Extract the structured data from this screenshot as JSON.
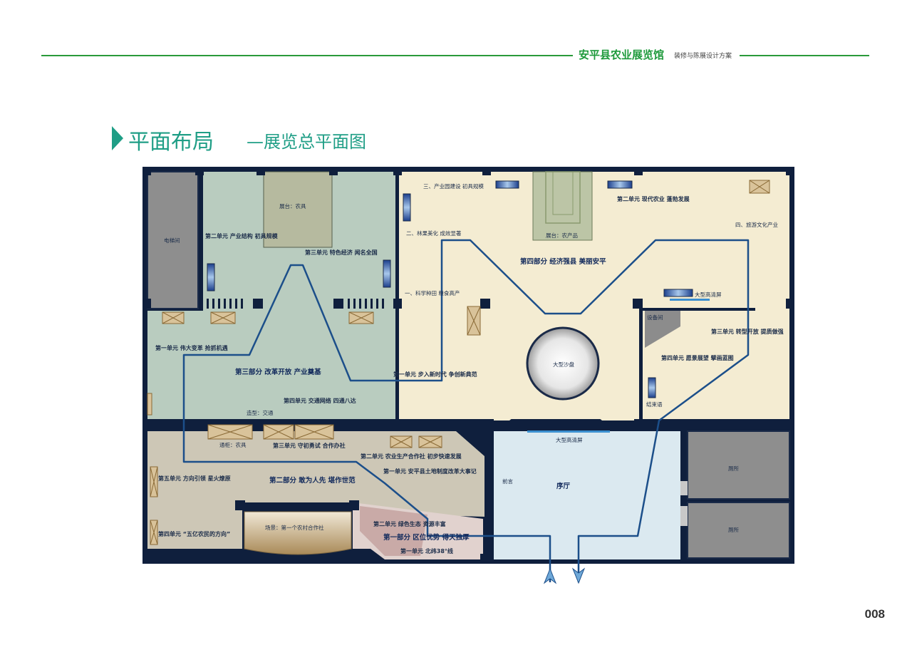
{
  "header": {
    "brand": "安平县农业展览馆",
    "brand_sub": "装修与陈展设计方案"
  },
  "page_title": {
    "main": "平面布局",
    "sub": "—展览总平面图"
  },
  "page_number": "008",
  "colors": {
    "accent_green": "#2a9a3a",
    "title_teal": "#1f9e86",
    "wall": "#0f1f3d",
    "route": "#1c4f8a"
  },
  "plan": {
    "rooms": {
      "elevator": "电梯间",
      "equipment": "设备间",
      "toilet_1": "厕所",
      "toilet_2": "厕所",
      "lobby": "序厅",
      "foreword": "前言",
      "sandtable": "大型沙盘",
      "epilogue": "结束语"
    },
    "booths": {
      "farm_tools": "展台：农具",
      "farm_products": "展台：农产品",
      "transport_model": "造型：交通",
      "tools_cabinet": "通柜：农具",
      "coop_scene": "场景：第一个农村合作社",
      "big_screen_1": "大型高清屏",
      "big_screen_2": "大型高清屏"
    },
    "parts": {
      "part1": "第一部分  区位优势  得天独厚",
      "part2": "第二部分  敢为人先  堪作世范",
      "part3": "第三部分  改革开放  产业奠基",
      "part4": "第四部分  经济强县  美丽安平"
    },
    "units": {
      "p3u2": "第二单元   产业结构  初具规模",
      "p3u3": "第三单元   特色经济  闻名全国",
      "p3u1": "第一单元   伟大变革  抢抓机遇",
      "p3u4": "第四单元   交通网络  四通八达",
      "p2u3": "第三单元  守初勇试  合作办社",
      "p2u2": "第二单元  农业生产合作社  初步快速发展",
      "p2u1": "第一单元   安平县土地制度改革大事记",
      "p2u5": "第五单元   方向引领  星火燎原",
      "p2u4": "第四单元   “五亿农民的方向”",
      "p1u2": "第二单元   绿色生态  资源丰富",
      "p1u1": "第一单元   北纬38°线",
      "p4u1": "第一单元   步入新时代  争创新典范",
      "p4u2": "第二单元   现代农业  蓬勃发展",
      "p4u3": "第三单元   转型开放  提质做强",
      "p4u4": "第四单元   愿景展望  擘画蓝图",
      "p4s1": "一、科学种田  粮食高产",
      "p4s2": "二、林果美化  成效显著",
      "p4s3": "三、产业园建设  初具规模",
      "p4s4": "四、旅游文化产业"
    }
  }
}
